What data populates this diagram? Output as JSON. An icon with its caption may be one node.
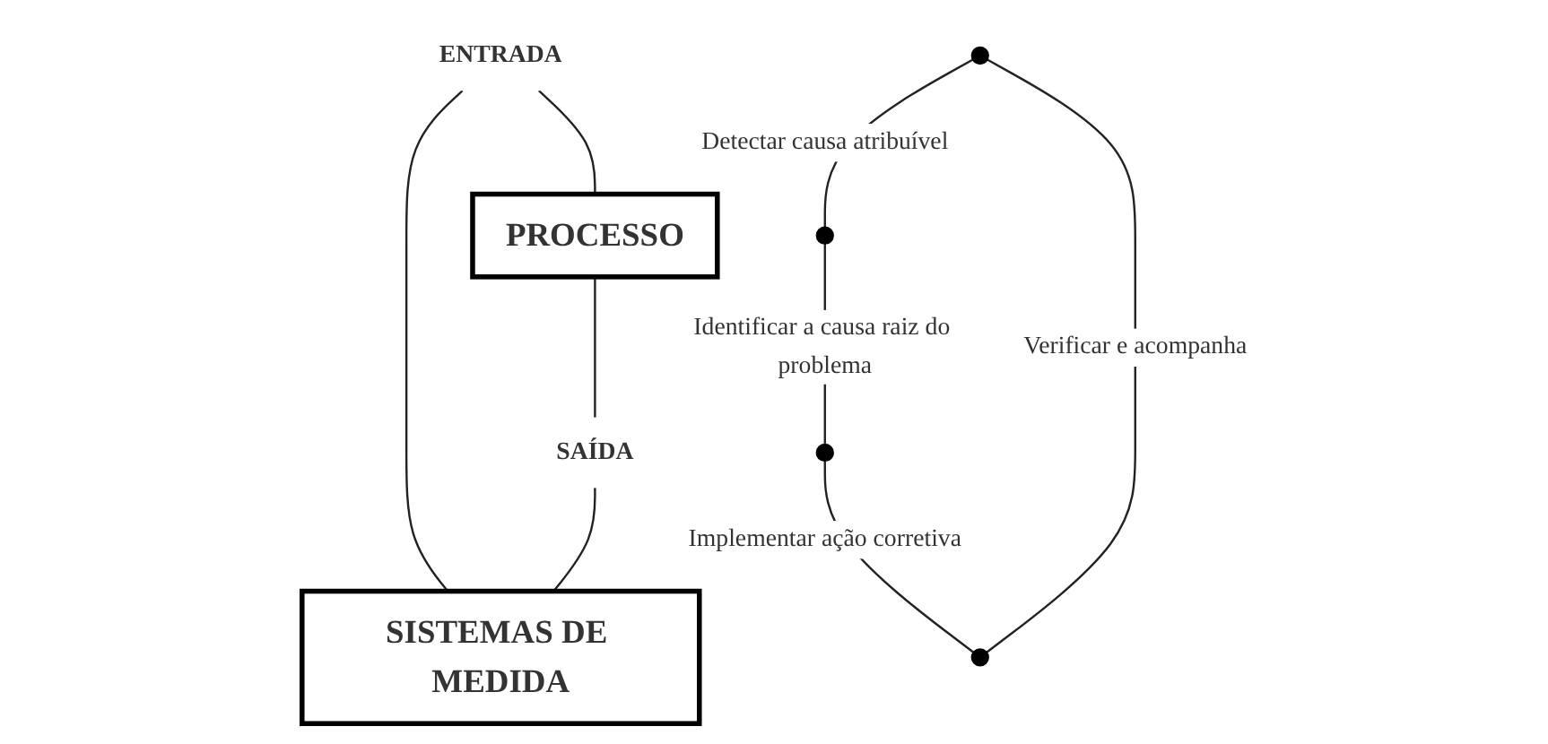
{
  "diagram": {
    "nodes": [
      {
        "text": [
          "ENTRADA"
        ]
      },
      {
        "text": [
          "PROCESSO"
        ]
      },
      {
        "text": [
          "SAÍDA"
        ]
      },
      {
        "text": [
          "SISTEMAS DE MEDIDA"
        ]
      },
      {
        "text": [],
        "shape": "circle"
      },
      {
        "text": [],
        "shape": "circle"
      },
      {
        "text": [],
        "shape": "circle"
      },
      {
        "text": [],
        "shape": "circle"
      }
    ],
    "edges": [
      {
        "from": 0,
        "to": 1,
        "arrow": "none"
      },
      {
        "from": 1,
        "to": 2,
        "arrow": "none"
      },
      {
        "from": 0,
        "to": 3,
        "arrow": "none"
      },
      {
        "from": 2,
        "to": 3,
        "arrow": "none"
      },
      {
        "from": 4,
        "to": 5,
        "arrow": "none",
        "label": "Detectar causa atribuível"
      },
      {
        "from": 5,
        "to": 6,
        "arrow": "none",
        "label": "Identificar a causa raiz do problema"
      },
      {
        "from": 6,
        "to": 7,
        "arrow": "none",
        "label": "Implementar ação corretiva"
      },
      {
        "from": 7,
        "to": 4,
        "arrow": "none",
        "label": "Verificar e acompanha"
      }
    ]
  }
}
